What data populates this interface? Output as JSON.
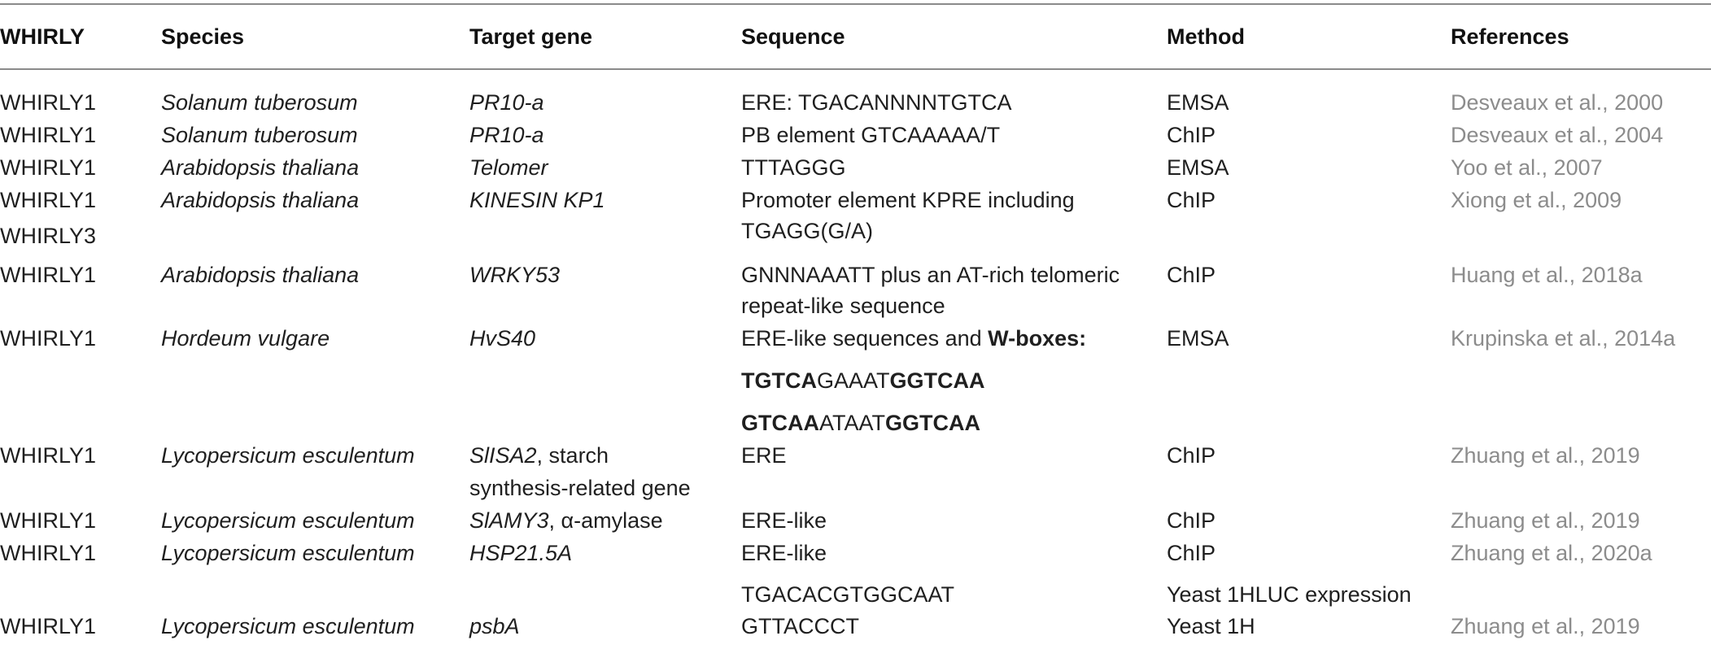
{
  "headers": {
    "whirly": "WHIRLY",
    "species": "Species",
    "target_gene": "Target gene",
    "sequence": "Sequence",
    "method": "Method",
    "references": "References"
  },
  "rows": [
    {
      "whirly": "WHIRLY1",
      "species": "Solanum tuberosum",
      "target_gene": "PR10-a",
      "sequence": "ERE: TGACANNNNTGTCA",
      "method": "EMSA",
      "reference": "Desveaux et al., 2000"
    },
    {
      "whirly": "WHIRLY1",
      "species": "Solanum tuberosum",
      "target_gene": "PR10-a",
      "sequence": "PB element GTCAAAAA/T",
      "method": "ChIP",
      "reference": "Desveaux et al., 2004"
    },
    {
      "whirly": "WHIRLY1",
      "species": "Arabidopsis thaliana",
      "target_gene": "Telomer",
      "sequence": "TTTAGGG",
      "method": "EMSA",
      "reference": "Yoo et al., 2007"
    },
    {
      "whirly": "WHIRLY1",
      "whirly_2": "WHIRLY3",
      "species": "Arabidopsis thaliana",
      "target_gene": "KINESIN KP1",
      "sequence": "Promoter element KPRE including",
      "sequence_2": "TGAGG(G/A)",
      "method": "ChIP",
      "reference": "Xiong et al., 2009"
    },
    {
      "whirly": "WHIRLY1",
      "species": "Arabidopsis thaliana",
      "target_gene": "WRKY53",
      "sequence": "GNNNAAATT plus an AT-rich telomeric",
      "sequence_2": "repeat-like sequence",
      "method": "ChIP",
      "reference": "Huang et al., 2018a"
    },
    {
      "whirly": "WHIRLY1",
      "species": "Hordeum vulgare",
      "target_gene": "HvS40",
      "sequence": "ERE-like sequences and ",
      "sequence_bold": "W-boxes:",
      "seq_line2": [
        "TGTCA",
        "GAAAT",
        "GGTCAA"
      ],
      "seq_line3": [
        "GTCAA",
        "ATAAT",
        "GGTCAA"
      ],
      "method": "EMSA",
      "reference": "Krupinska et al., 2014a"
    },
    {
      "whirly": "WHIRLY1",
      "species": "Lycopersicum esculentum",
      "target_gene": "SlISA2",
      "target_gene_suffix": ", starch",
      "target_gene_2": "synthesis-related gene",
      "sequence": "ERE",
      "method": "ChIP",
      "reference": "Zhuang et al., 2019"
    },
    {
      "whirly": "WHIRLY1",
      "species": "Lycopersicum esculentum",
      "target_gene": "SlAMY3",
      "target_gene_suffix": ", α-amylase",
      "sequence": "ERE-like",
      "method": "ChIP",
      "reference": "Zhuang et al., 2019"
    },
    {
      "whirly": "WHIRLY1",
      "species": "Lycopersicum esculentum",
      "target_gene": "HSP21.5A",
      "sequence": "ERE-like",
      "method": "ChIP",
      "reference": "Zhuang et al., 2020a"
    },
    {
      "sequence": "TGACACGTGGCAAT",
      "method": "Yeast 1HLUC expression"
    },
    {
      "whirly": "WHIRLY1",
      "species": "Lycopersicum esculentum",
      "target_gene": "psbA",
      "sequence": "GTTACCCT",
      "method": "Yeast 1H",
      "reference": "Zhuang et al., 2019"
    }
  ]
}
